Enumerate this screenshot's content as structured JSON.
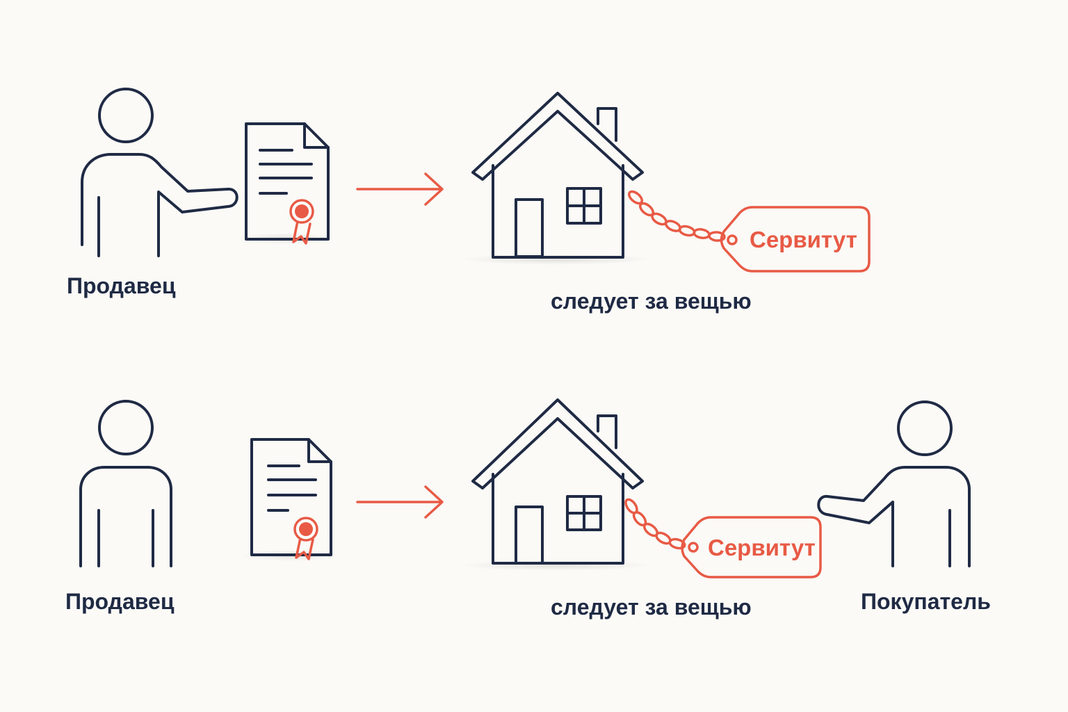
{
  "colors": {
    "ink": "#1f2a44",
    "accent": "#e85a45",
    "background": "#fbfaf6"
  },
  "top": {
    "seller_label": "Продавец",
    "tag_text": "Сервитут",
    "house_caption": "следует за вещью"
  },
  "bottom": {
    "seller_label": "Продавец",
    "tag_text": "Сервитут",
    "house_caption": "следует за вещью",
    "buyer_label": "Покупатель"
  },
  "icons": [
    "person-icon",
    "document-icon",
    "seal-icon",
    "arrow-right-icon",
    "house-icon",
    "chain-icon",
    "tag-icon"
  ]
}
